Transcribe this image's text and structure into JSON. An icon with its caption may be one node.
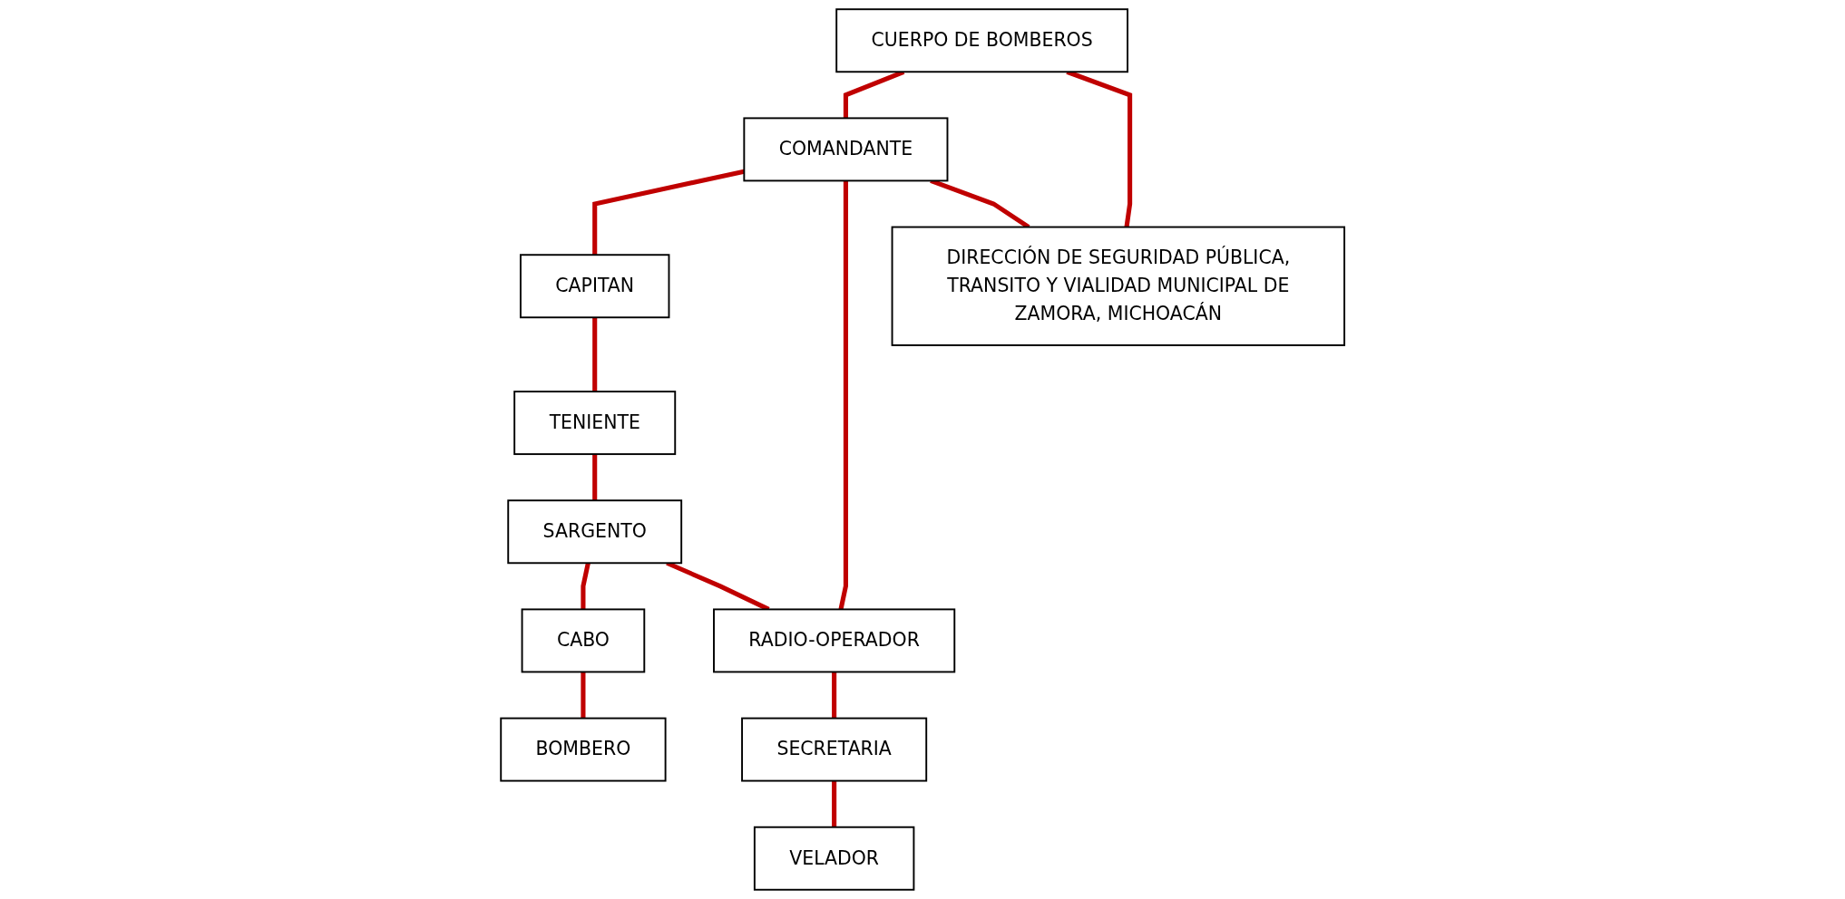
{
  "diagram": {
    "nodes": [
      {
        "text": [
          "CUERPO DE BOMBEROS"
        ]
      },
      {
        "text": [
          "COMANDANTE"
        ]
      },
      {
        "text": [
          "CAPITAN"
        ]
      },
      {
        "text": [
          "TENIENTE"
        ]
      },
      {
        "text": [
          "SARGENTO"
        ]
      },
      {
        "text": [
          "RADIO-OPERADOR"
        ]
      },
      {
        "text": [
          "CABO"
        ]
      },
      {
        "text": [
          "SECRETARIA"
        ]
      },
      {
        "text": [
          "DIRECCIÓN DE SEGURIDAD PÚBLICA, TRANSITO Y VIALIDAD MUNICIPAL DE ZAMORA, MICHOACÁN"
        ]
      },
      {
        "text": [
          "BOMBERO"
        ]
      },
      {
        "text": [
          "VELADOR"
        ]
      }
    ],
    "edges": [
      {
        "from": 0,
        "to": 1,
        "arrow": "none"
      },
      {
        "from": 1,
        "to": 2,
        "arrow": "none"
      },
      {
        "from": 2,
        "to": 3,
        "arrow": "none"
      },
      {
        "from": 3,
        "to": 4,
        "arrow": "none"
      },
      {
        "from": 4,
        "to": 6,
        "arrow": "none"
      },
      {
        "from": 6,
        "to": 9,
        "arrow": "none"
      },
      {
        "from": 1,
        "to": 5,
        "arrow": "none"
      },
      {
        "from": 4,
        "to": 5,
        "arrow": "none"
      },
      {
        "from": 5,
        "to": 7,
        "arrow": "none"
      },
      {
        "from": 7,
        "to": 10,
        "arrow": "none"
      },
      {
        "from": 0,
        "to": 8,
        "arrow": "none"
      },
      {
        "from": 1,
        "to": 8,
        "arrow": "none"
      }
    ]
  }
}
